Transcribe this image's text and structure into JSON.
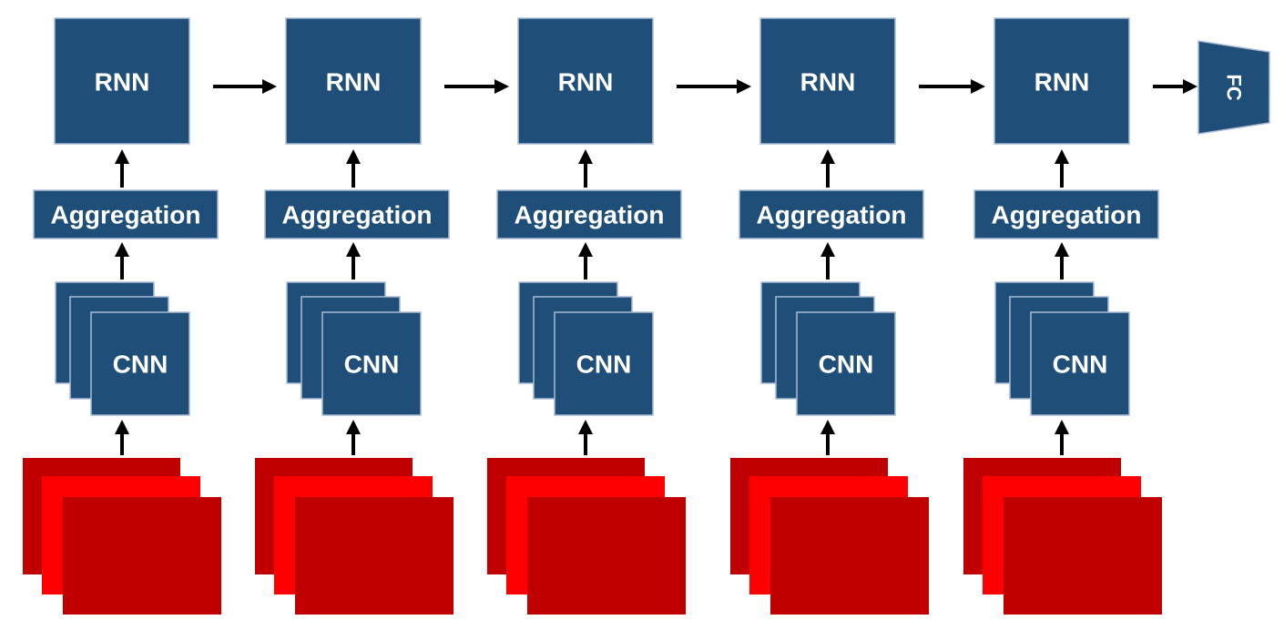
{
  "labels": {
    "rnn": "RNN",
    "aggregation": "Aggregation",
    "cnn": "CNN",
    "fc": "FC"
  },
  "columns": [
    {
      "index": 1
    },
    {
      "index": 2
    },
    {
      "index": 3
    },
    {
      "index": 4
    },
    {
      "index": 5
    }
  ],
  "colors": {
    "block_fill": "#1f4e79",
    "block_stroke": "#a9bcd6",
    "frame_dark_red": "#c00000",
    "frame_bright_red": "#ff0000",
    "arrow": "#000000"
  }
}
